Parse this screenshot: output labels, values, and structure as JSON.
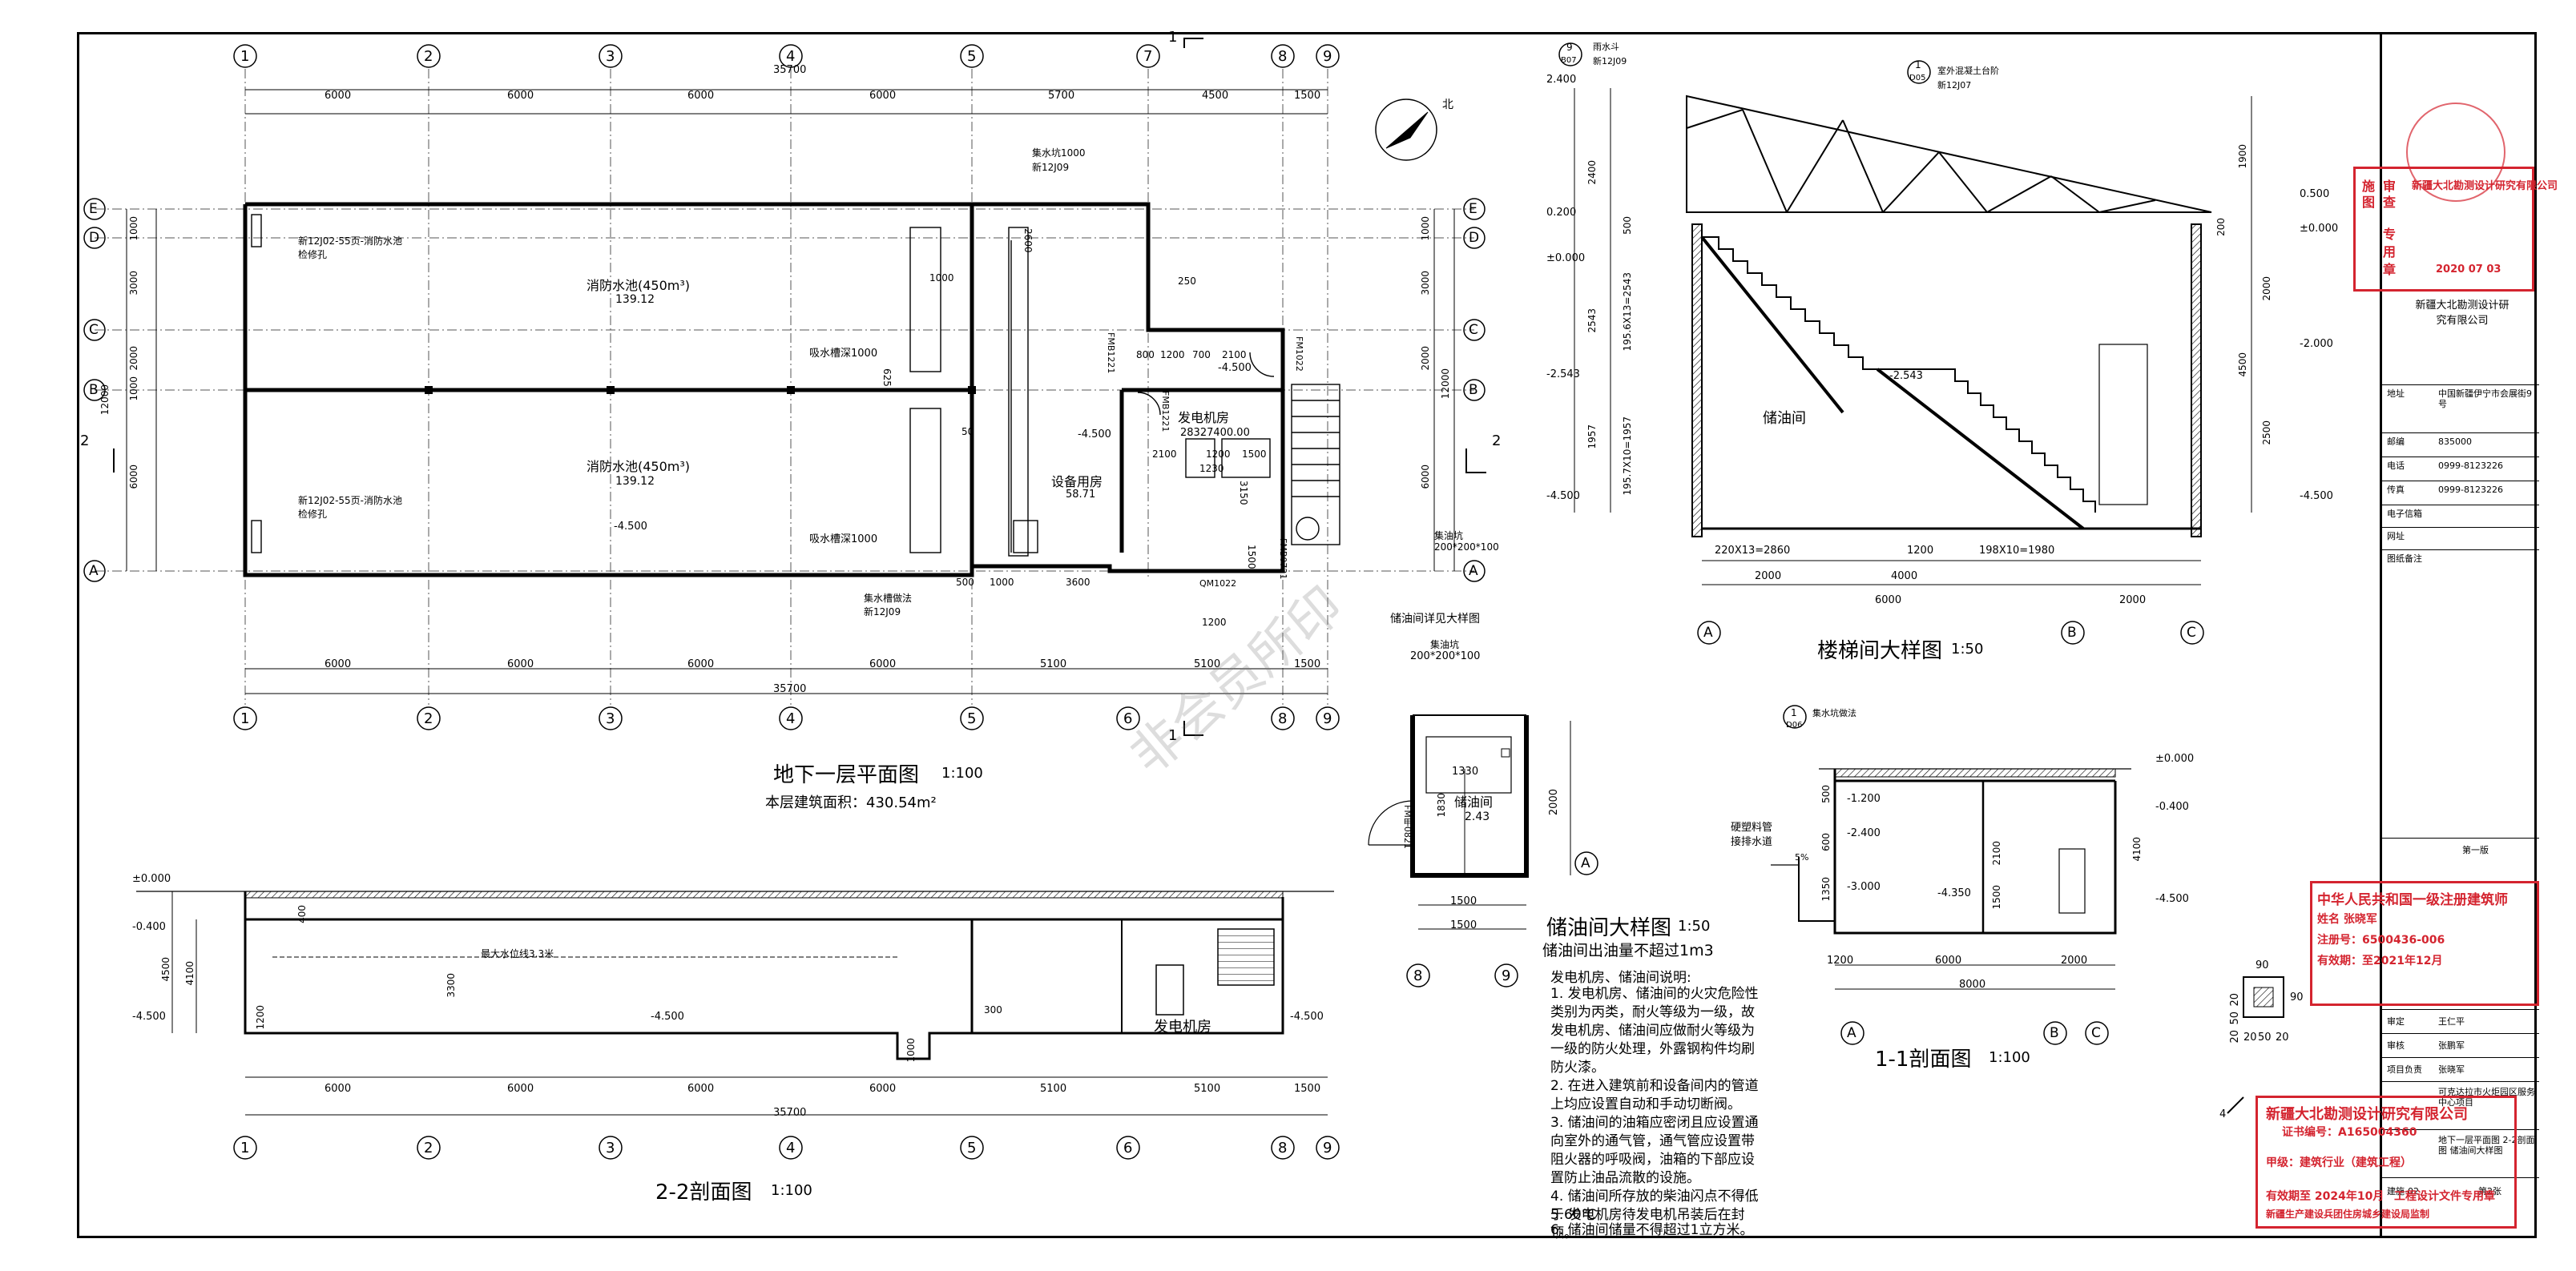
{
  "plan_b1": {
    "title": "地下一层平面图",
    "scale": "1:100",
    "area_note": "本层建筑面积：430.54m²",
    "grid_top": [
      "1",
      "2",
      "3",
      "4",
      "5",
      "7",
      "8",
      "9"
    ],
    "grid_bottom": [
      "1",
      "2",
      "3",
      "4",
      "5",
      "6",
      "8",
      "9"
    ],
    "grid_left": [
      "E",
      "D",
      "C",
      "B",
      "A"
    ],
    "grid_right": [
      "E",
      "D",
      "C",
      "B",
      "A"
    ],
    "dims_top": [
      "6000",
      "6000",
      "6000",
      "6000",
      "5700",
      "4500",
      "1500"
    ],
    "dims_bottom": [
      "6000",
      "6000",
      "6000",
      "6000",
      "5100",
      "5100",
      "1500"
    ],
    "total_top": "35700",
    "total_bottom": "35700",
    "dims_left": [
      "1000",
      "3000",
      "2000",
      "1000",
      "6000"
    ],
    "dims_right": [
      "1000",
      "3000",
      "2000",
      "6000"
    ],
    "left_total": "12000",
    "right_total": "12000",
    "pool_upper": "消防水池(450m³)",
    "pool_upper_area": "139.12",
    "pool_lower": "消防水池(450m³)",
    "pool_lower_area": "139.12",
    "suction_upper": "吸水槽深1000",
    "suction_lower": "吸水槽深1000",
    "ref_upper": "新12J02-55页-消防水池检修孔",
    "ref_lower": "新12J02-55页-消防水池检修孔",
    "gen_room": "发电机房",
    "gen_room_area": "28327400.00",
    "equip_room": "设备用房",
    "equip_room_area": "58.71",
    "elev_floor": "-4.500",
    "elev_floor2": "-4.500",
    "elev_pool": "-4.500",
    "pit_ref": "集水坑1000",
    "pit_ref2": "新12J09",
    "pit_ref3": "集水槽做法",
    "pit_ref4": "新12J09",
    "detail_ref": "储油间详见大样图",
    "duct": "集油坑",
    "duct2": "200*200*100",
    "dims_misc": [
      "800",
      "1200",
      "700",
      "2100",
      "1200",
      "1500",
      "1230",
      "2100",
      "3150",
      "2600",
      "1000",
      "1500",
      "3600",
      "500",
      "1000",
      "1200",
      "250",
      "50",
      "625"
    ],
    "door_tags": [
      "FMB1221",
      "FMB1221",
      "FMB0721",
      "QM1022",
      "FM1022"
    ],
    "section_mark": "2",
    "section_mark2": "1",
    "north": "北"
  },
  "section_22": {
    "title": "2-2剖面图",
    "scale": "1:100",
    "elev_top": "±0.000",
    "elev_n04": "-0.400",
    "elev_n45": "-4.500",
    "elev_n45b": "-4.500",
    "elev_n45c": "-4.500",
    "height_4500": "4500",
    "height_4100": "4100",
    "water_level": "最大水位线3.3米",
    "dim_3300": "3300",
    "dim_1200": "1200",
    "dim_1000": "1000",
    "dim_300": "300",
    "dim_400": "400",
    "room": "发电机房",
    "dims": [
      "6000",
      "6000",
      "6000",
      "6000",
      "5100",
      "5100",
      "1500"
    ],
    "total": "35700",
    "grid": [
      "1",
      "2",
      "3",
      "4",
      "5",
      "6",
      "8",
      "9"
    ]
  },
  "oil_room": {
    "title": "储油间大样图",
    "scale": "1:50",
    "subtitle": "储油间出油量不超过1m3",
    "room": "储油间",
    "room_area": "2.43",
    "dims": [
      "1330",
      "1830",
      "2000",
      "1500",
      "1500"
    ],
    "tag": "集油坑",
    "tag2": "200*200*100",
    "door": "FM甲0821",
    "grid": [
      "8",
      "9"
    ],
    "grid_a": "A",
    "notes_title": "发电机房、储油间说明:",
    "notes": [
      "1. 发电机房、储油间的火灾危险性类别为丙类，耐火等级为一级，故发电机房、储油间应做耐火等级为一级的防火处理，外露钢构件均刷防火漆。",
      "2. 在进入建筑前和设备间内的管道上均应设置自动和手动切断阀。",
      "3. 储油间的油箱应密闭且应设置通向室外的通气管，通气管应设置带阻火器的呼吸阀，油箱的下部应设置防止油品流散的设施。",
      "4. 储油间所存放的柴油闪点不得低于60℃",
      "5. 发电机房待发电机吊装后在封顶。",
      "6. 储油间储量不得超过1立方米。"
    ]
  },
  "stair": {
    "title": "楼梯间大样图",
    "scale": "1:50",
    "room": "储油间",
    "elevs_left": [
      "2.400",
      "0.200",
      "±0.000",
      "-2.543",
      "-4.500"
    ],
    "elevs_right": [
      "0.500",
      "±0.000",
      "-2.000",
      "-4.500"
    ],
    "elev_mid": "-2.543",
    "dims_left": [
      "2400",
      "2543",
      "195.6X13=2543",
      "1957",
      "195.7X10=1957",
      "500"
    ],
    "dims_right": [
      "1900",
      "2000",
      "4500",
      "2500",
      "200"
    ],
    "tread1": "220X13=2860",
    "mid1": "1200",
    "tread2": "198X10=1980",
    "bottom_dims": [
      "2000",
      "4000",
      "2000"
    ],
    "bottom_total": "6000",
    "grid": [
      "A",
      "B",
      "C"
    ],
    "callouts": [
      "室外混凝土台阶",
      "新12J07",
      "雨水斗",
      "新12J09",
      "9",
      "B07",
      "1",
      "D05"
    ]
  },
  "section_11": {
    "title": "1-1剖面图",
    "scale": "1:100",
    "elevs_right": [
      "±0.000",
      "-0.400",
      "-4.500"
    ],
    "elevs_left": [
      "-1.200",
      "-2.400",
      "-3.000",
      "-4.350"
    ],
    "dims_right": [
      "4100"
    ],
    "dims_mid": [
      "2100",
      "1500"
    ],
    "dims_left": [
      "1350",
      "600",
      "500"
    ],
    "pipe": "硬塑料管",
    "pipe2": "接排水道",
    "slope": "5%",
    "callout": "1",
    "callout_ref": "D06",
    "callout_note": "集水坑做法",
    "bottom_dims": [
      "1200",
      "6000",
      "2000"
    ],
    "bottom_total": "8000",
    "grid": [
      "A",
      "B",
      "C"
    ]
  },
  "pit_detail": {
    "dims": [
      "90",
      "90",
      "20",
      "50",
      "20",
      "20",
      "50",
      "20"
    ],
    "tag": "4"
  },
  "title_block": {
    "company_stamp": "新疆大北勘测设计研究有限公司",
    "company": "新疆大北勘测设计研究有限公司",
    "review_stamp": [
      "施",
      "图",
      "审",
      "查",
      "专",
      "用",
      "章"
    ],
    "review_date": "2020 07 03",
    "rows": [
      {
        "label": "地址",
        "value": "中国新疆伊宁市会展街9号"
      },
      {
        "label": "邮编",
        "value": "835000"
      },
      {
        "label": "电话",
        "value": "0999-8123226"
      },
      {
        "label": "传真",
        "value": "0999-8123226"
      },
      {
        "label": "电子信箱",
        "value": ""
      },
      {
        "label": "网址",
        "value": ""
      },
      {
        "label": "图纸备注",
        "value": ""
      }
    ],
    "reg_stamp_title": "中华人民共和国一级注册建筑师",
    "reg_name": "姓名 张晓军",
    "reg_no": "注册号：6500436-006",
    "reg_valid": "有效期：至2021年12月",
    "signers": [
      {
        "role": "审定",
        "name": "王仁平"
      },
      {
        "role": "审核",
        "name": "张鹏军"
      },
      {
        "role": "项目负责",
        "name": "张晓军"
      }
    ],
    "cert_stamp_title": "新疆大北勘测设计研究有限公司",
    "cert_no": "证书编号：A165004360",
    "cert_scope": "甲级：建筑行业（建筑工程）",
    "cert_valid": "有效期至 2024年10月",
    "cert_use": "工程设计文件专用章",
    "cert_dept": "新疆生产建设兵团住房城乡建设局监制",
    "drawing_name": "地下一层平面图 2-2剖面图 储油间大样图",
    "drawing_no": "建施-02",
    "sheet": "第2张",
    "project": "可克达拉市火炬园区服务中心项目",
    "edition": "第一版"
  },
  "watermark": "非会员所印"
}
